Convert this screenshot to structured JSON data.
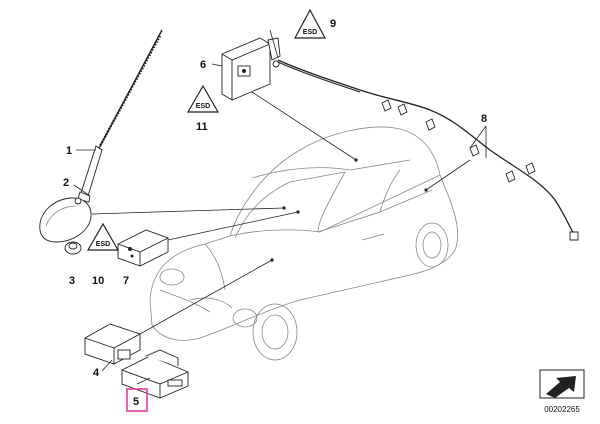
{
  "callouts": {
    "c1": "1",
    "c2": "2",
    "c3": "3",
    "c4": "4",
    "c5": "5",
    "c6": "6",
    "c7": "7",
    "c8": "8",
    "c9": "9",
    "c10": "10",
    "c11": "11"
  },
  "warning_symbol_text": "ESD",
  "reference_number": "00202265",
  "highlight_color": "#e0409a"
}
